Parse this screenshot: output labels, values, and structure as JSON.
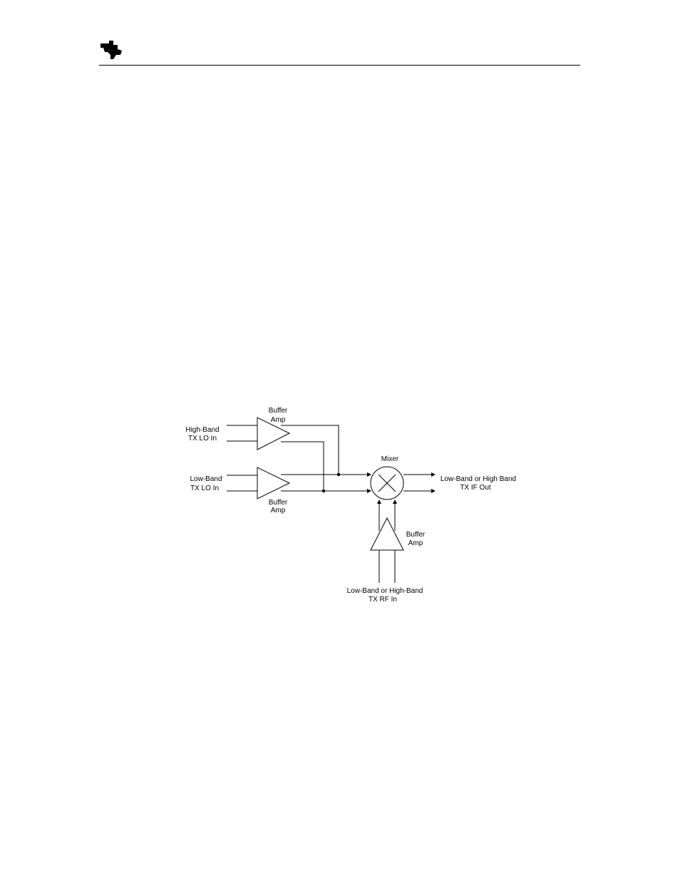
{
  "header": {
    "logo": "texas-instruments-logo"
  },
  "diagram": {
    "mixer": {
      "label": "Mixer"
    },
    "amp_high": {
      "label_line1": "Buffer",
      "label_line2": "Amp"
    },
    "amp_low": {
      "label_line1": "Buffer",
      "label_line2": "Amp"
    },
    "amp_rf": {
      "label_line1": "Buffer",
      "label_line2": "Amp"
    },
    "input_high": {
      "line1": "High-Band",
      "line2": "TX LO In"
    },
    "input_low": {
      "line1": "Low-Band",
      "line2": "TX LO In"
    },
    "input_rf": {
      "line1": "Low-Band or High-Band",
      "line2": "TX RF In"
    },
    "output": {
      "line1": "Low-Band or High Band",
      "line2": "TX IF Out"
    }
  }
}
